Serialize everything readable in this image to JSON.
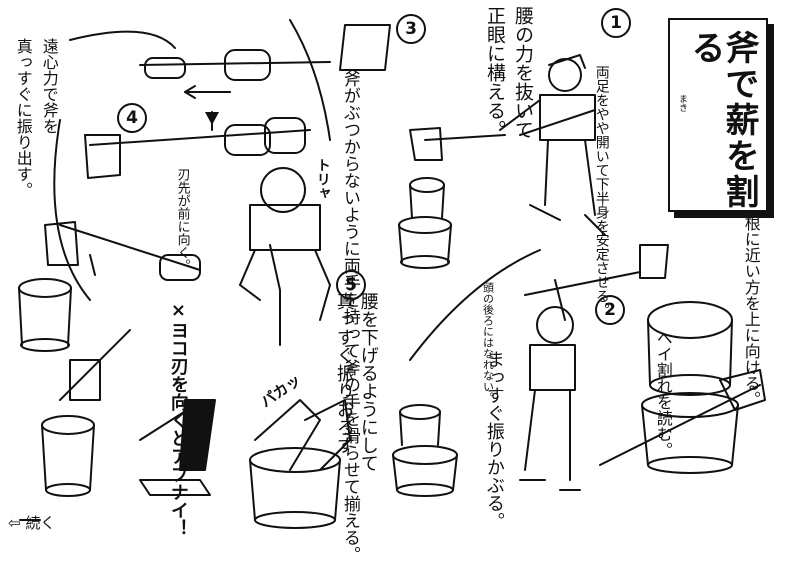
{
  "title": {
    "main": "斧で薪を割る",
    "ruby": "まき"
  },
  "steps": {
    "n1": "1",
    "n2": "2",
    "n3": "3",
    "n4": "4",
    "n5": "5"
  },
  "notes": {
    "step1_a": "腰の力を抜いて",
    "step1_b": "正眼に構える。",
    "step1_c": "両足をやや開いて下半身を安定させる。",
    "step3": "斧がぶつからないように両手を持って斧の手を滑らせて揃える。",
    "step4_a": "遠心力で斧を",
    "step4_b": "真っすぐに振り出す。",
    "blade": "刃先が前に向く。",
    "step5_a": "腰を下げるようにして",
    "step5_b": "真っすぐ振りおろす",
    "step2_a": "頭の後ろにはなれない。",
    "step2_b": "まっすぐ振りかぶる。",
    "root": "根に近い方を上に向ける。",
    "crack": "ヘイ割れを読む。",
    "wrong": "×ヨコ刃を向くとアブナイ！",
    "sfx_paka": "パカッ",
    "sfx_toryaa": "トリャ",
    "continued": "⇦ 続く"
  }
}
